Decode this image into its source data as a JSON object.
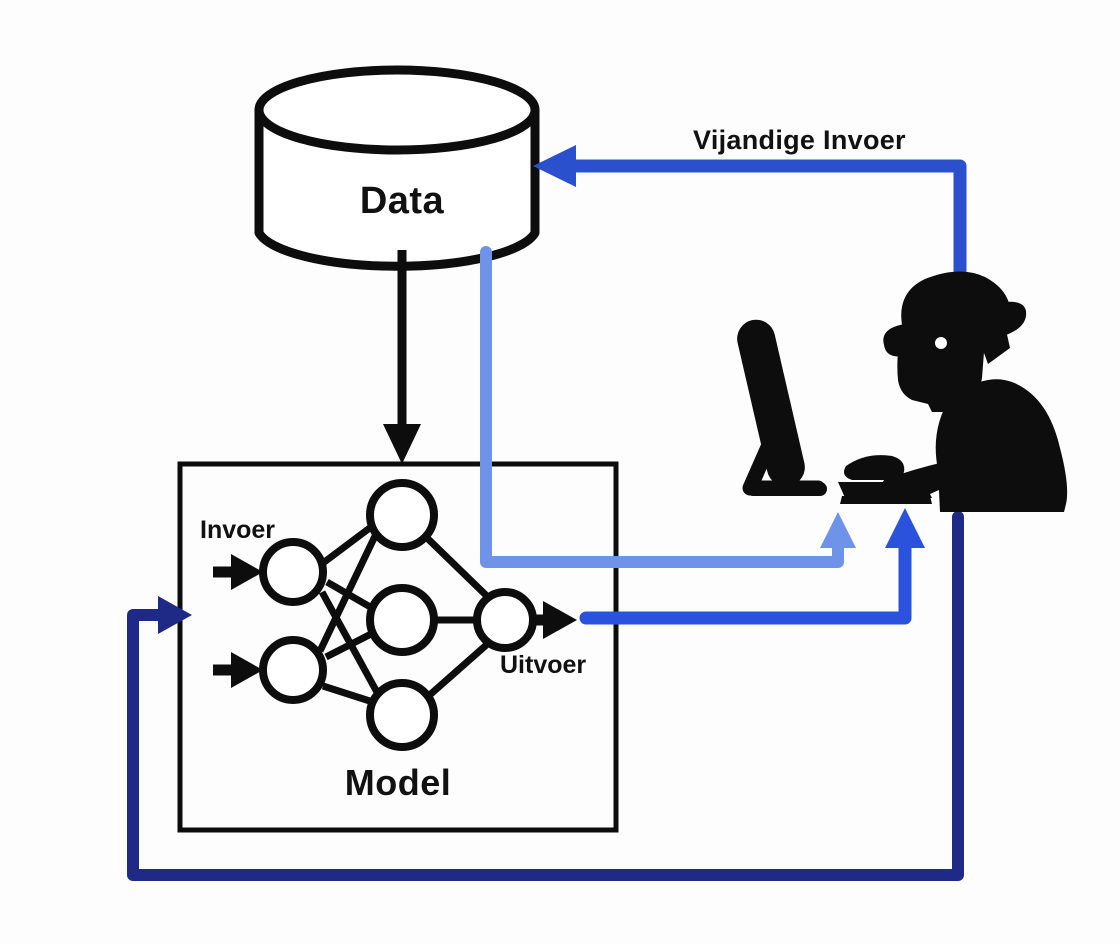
{
  "diagram": {
    "title_text_language": "nl",
    "background_color": "#fdfdfd",
    "nodes": {
      "database": {
        "label": "Data",
        "shape": "cylinder",
        "stroke_color": "#0d0d0d",
        "fill_color": "#ffffff"
      },
      "model": {
        "label": "Model",
        "shape": "rectangle",
        "stroke_color": "#0d0d0d",
        "fill_color": "#ffffff",
        "input_label": "Invoer",
        "output_label": "Uitvoer",
        "network": {
          "input_layer_count": 2,
          "hidden_layer_count": 3,
          "output_layer_count": 1,
          "node_stroke_color": "#0d0d0d"
        }
      },
      "attacker": {
        "label": "",
        "icon": "hacker-at-computer-icon",
        "fill_color": "#0d0d0d"
      }
    },
    "edges": [
      {
        "name": "data-to-model",
        "label": "",
        "color": "#0d0d0d",
        "from": "database",
        "to": "model"
      },
      {
        "name": "data-to-attacker",
        "label": "",
        "color": "#6e93e8",
        "from": "database",
        "to": "attacker"
      },
      {
        "name": "model-output-to-attacker",
        "label": "",
        "color": "#2b52dd",
        "from": "model",
        "to": "attacker"
      },
      {
        "name": "attacker-to-data",
        "label": "Vijandige Invoer",
        "color": "#2b50cd",
        "from": "attacker",
        "to": "database"
      },
      {
        "name": "attacker-to-model-input",
        "label": "",
        "color": "#1e2a85",
        "from": "attacker",
        "to": "model"
      }
    ],
    "colors": {
      "black": "#0d0d0d",
      "light_blue": "#6e93e8",
      "medium_blue": "#2b52dd",
      "adversarial_blue": "#2b50cd",
      "navy": "#1e2a85"
    }
  }
}
